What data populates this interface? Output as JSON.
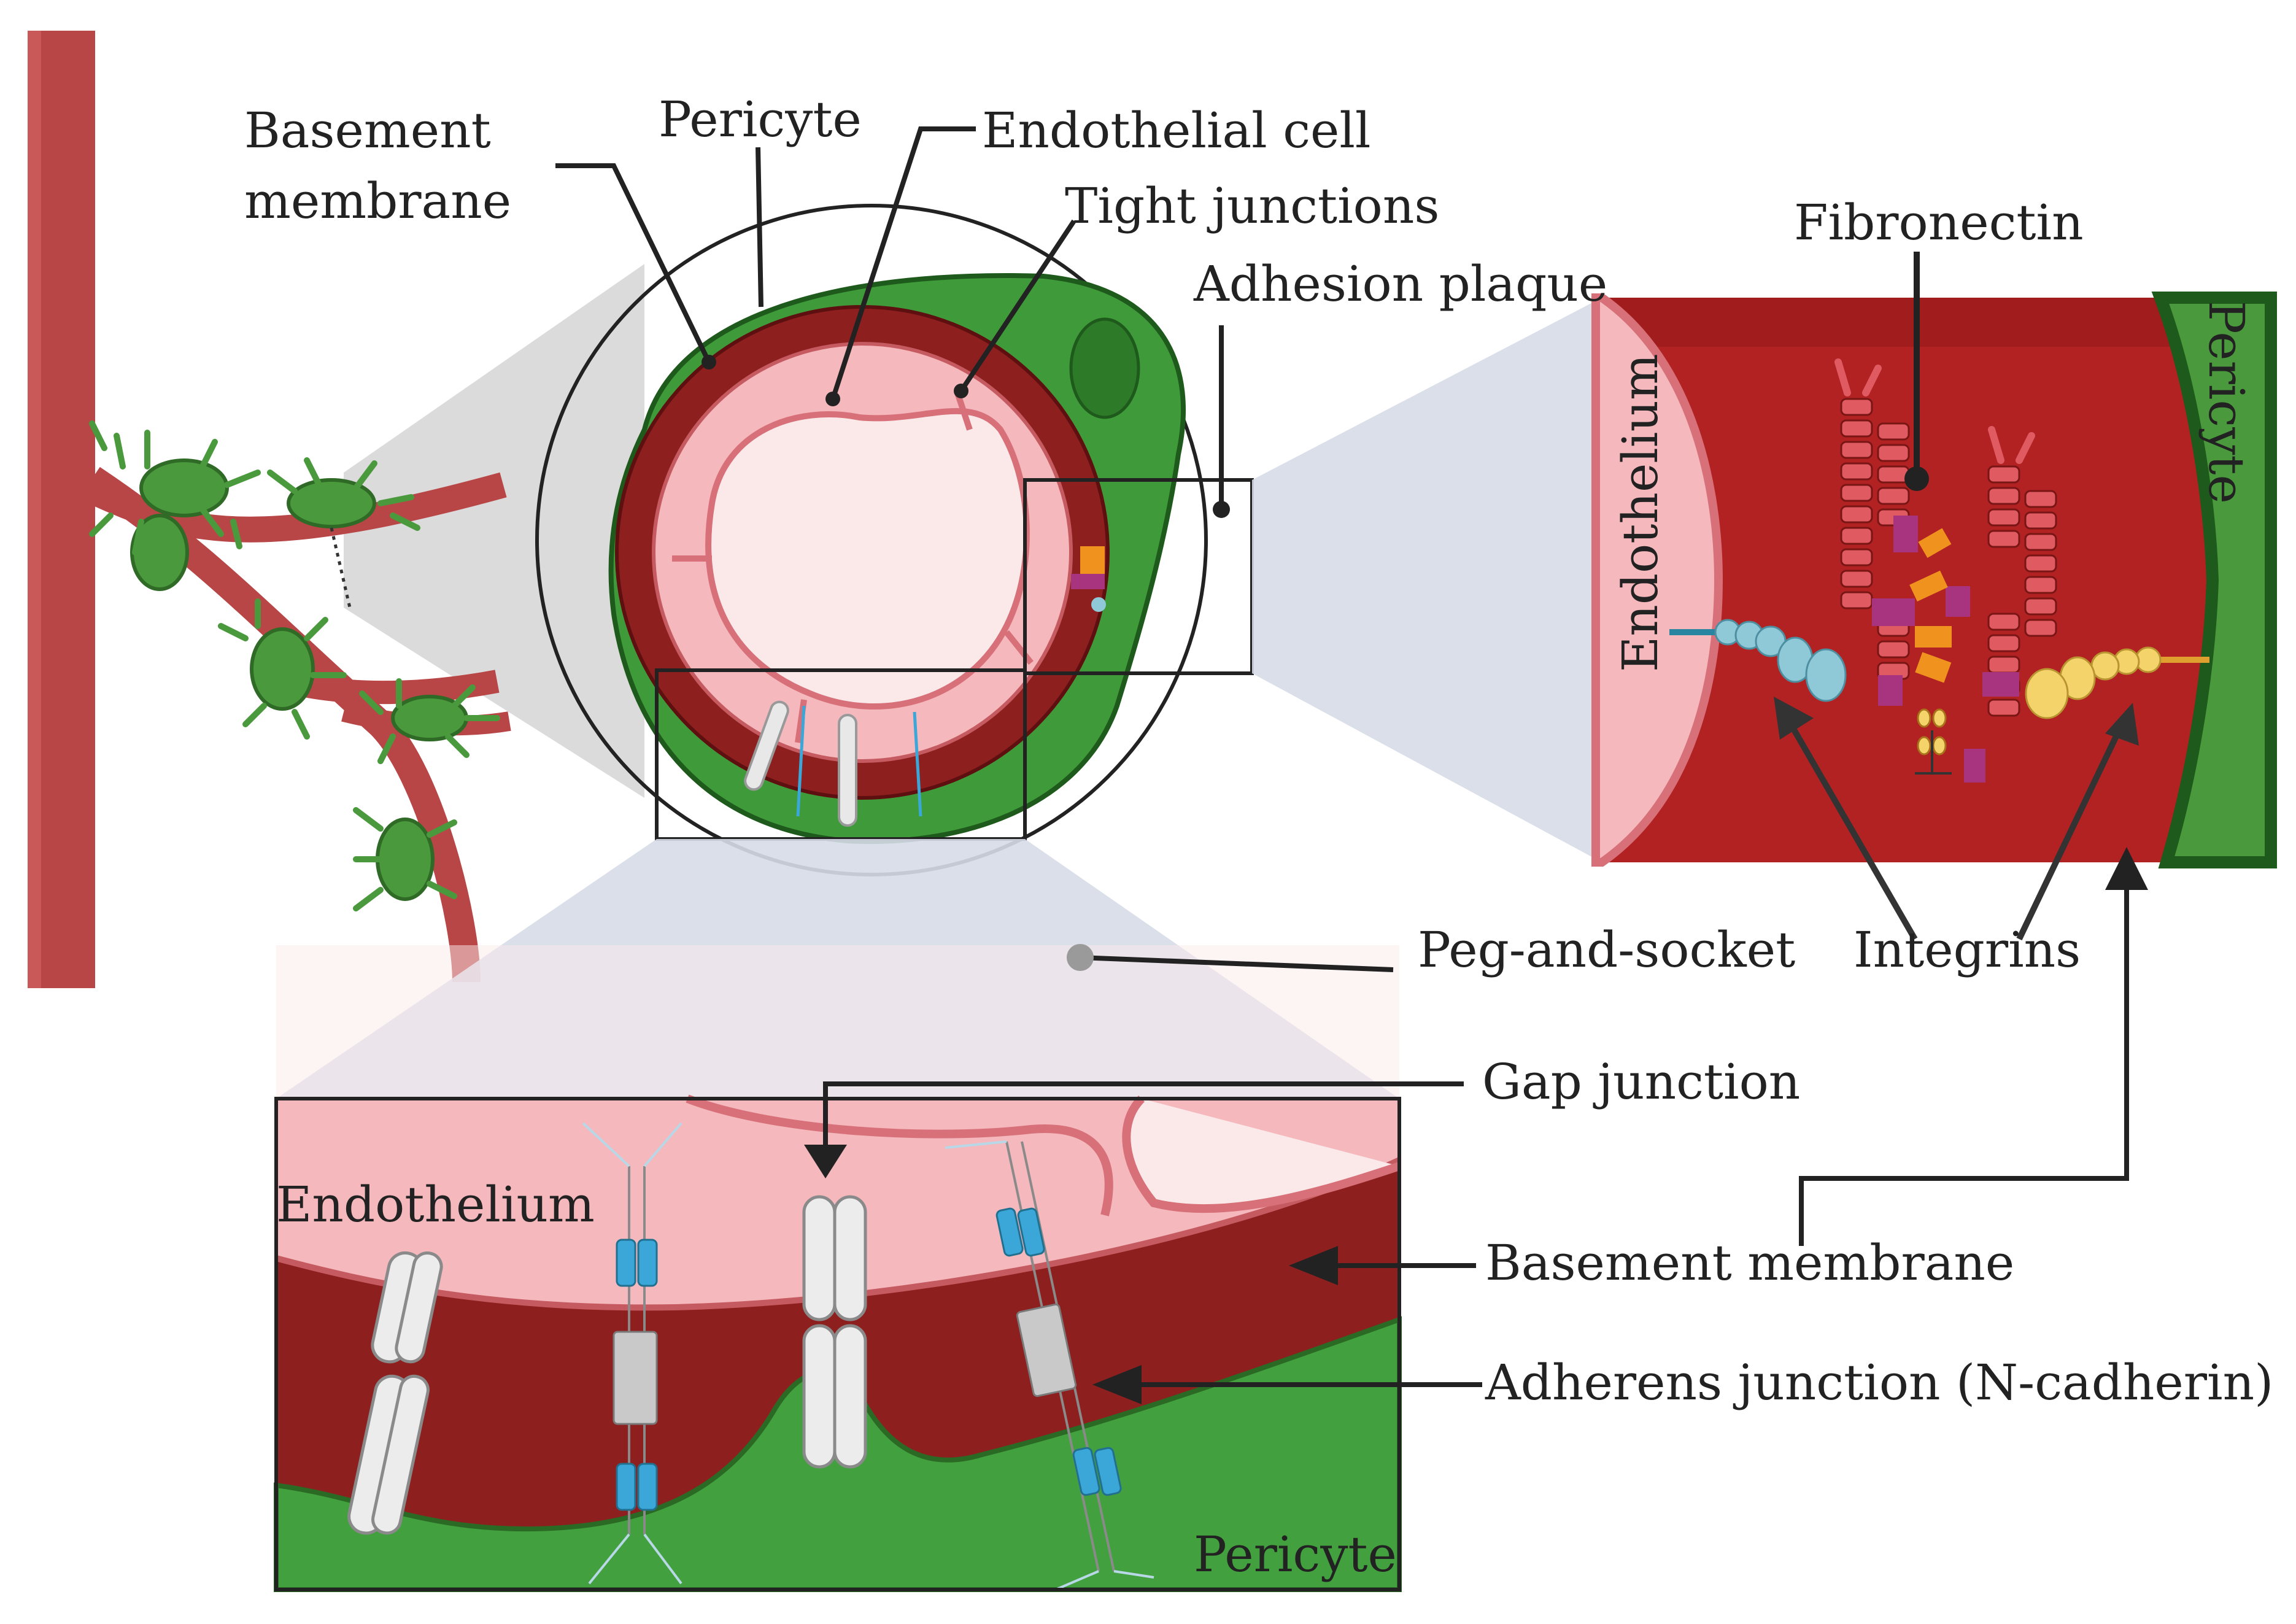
{
  "labels": {
    "basement_membrane_top_line1": "Basement",
    "basement_membrane_top_line2": "membrane",
    "pericyte_top": "Pericyte",
    "endothelial_cell": "Endothelial cell",
    "tight_junctions": "Tight junctions",
    "adhesion_plaque": "Adhesion plaque",
    "fibronectin": "Fibronectin",
    "endothelium_right": "Endothelium",
    "pericyte_right": "Pericyte",
    "integrins": "Integrins",
    "peg_and_socket": "Peg-and-socket",
    "gap_junction": "Gap junction",
    "basement_membrane_bottom": "Basement membrane",
    "adherens_junction": "Adherens junction (N-cadherin)",
    "endothelium_bottom": "Endothelium",
    "pericyte_bottom": "Pericyte"
  },
  "colors": {
    "vessel": "#b33a3a",
    "basement": "#8e1f1f",
    "endothelium": "#f4b8bd",
    "lumen": "#fbe9ea",
    "pericyte": "#3f9a3a",
    "pericyte_dark": "#1e5a1b",
    "pericyte_light": "#7fc06b",
    "integrin_blue": "#8fc9d8",
    "integrin_yellow": "#f3d36a",
    "connector_blue": "#3aa7d8",
    "purple": "#a8347f",
    "orange": "#f0931e"
  }
}
